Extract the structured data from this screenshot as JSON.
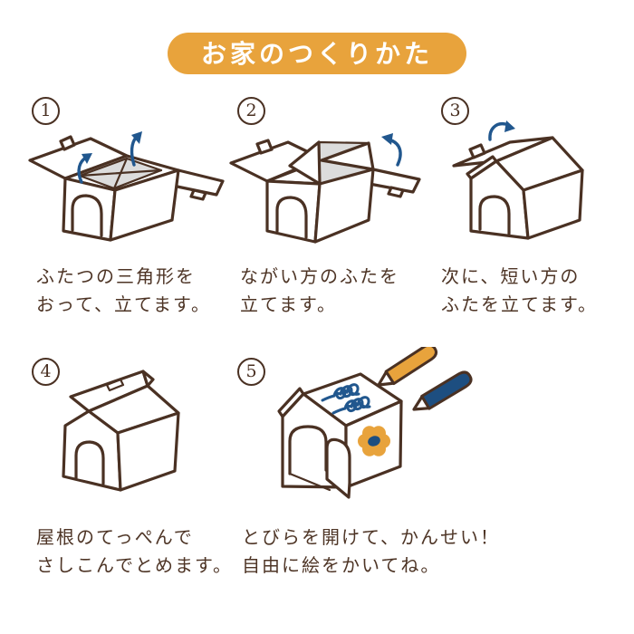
{
  "palette": {
    "line_brown": "#4A3123",
    "text_brown": "#4E3526",
    "accent_blue": "#21578E",
    "crayon_blue": "#1D4E80",
    "accent_orange": "#E8A33C",
    "interior_gray": "#DCDCDC",
    "background": "#FFFFFF"
  },
  "banner": {
    "text": "お家のつくりかた"
  },
  "steps": [
    {
      "number": "1",
      "caption_line1": "ふたつの三角形を",
      "caption_line2": "おって、立てます。",
      "illustration": "open-box-with-folded-triangles-and-two-up-arrows"
    },
    {
      "number": "2",
      "caption_line1": "ながい方のふたを",
      "caption_line2": "立てます。",
      "illustration": "box-with-triangle-gables-raised-and-arrow"
    },
    {
      "number": "3",
      "caption_line1": "次に、短い方の",
      "caption_line2": "ふたを立てます。",
      "illustration": "house-box-with-one-roof-flap-open-and-arrow"
    },
    {
      "number": "4",
      "caption_line1": "屋根のてっぺんで",
      "caption_line2": "さしこんでとめます。",
      "illustration": "closed-house-box-with-tab-locked-at-roof-top"
    },
    {
      "number": "5",
      "caption_line1": "とびらを開けて、かんせい！",
      "caption_line2": "自由に絵をかいてね。",
      "illustration": "finished-house-with-open-doors-drawings-and-crayons"
    }
  ]
}
